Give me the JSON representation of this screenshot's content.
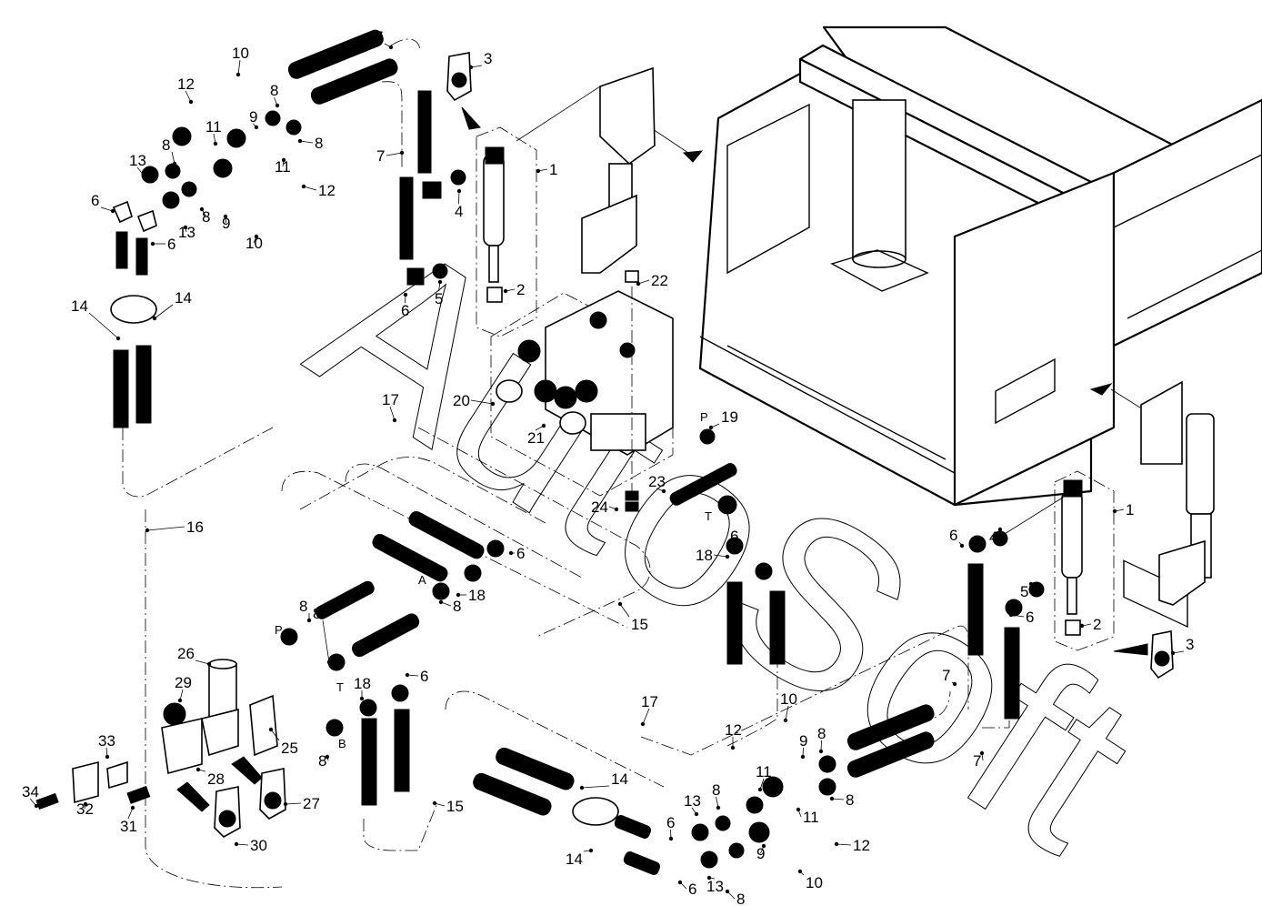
{
  "diagram": {
    "title": "Hydraulic system exploded parts view",
    "watermark": "AutoSoft",
    "port_labels": {
      "p": "P",
      "t": "T",
      "a": "A",
      "b": "B"
    },
    "callouts": [
      {
        "id": "c1a",
        "label": "1"
      },
      {
        "id": "c1b",
        "label": "1"
      },
      {
        "id": "c2a",
        "label": "2"
      },
      {
        "id": "c2b",
        "label": "2"
      },
      {
        "id": "c3a",
        "label": "3"
      },
      {
        "id": "c3b",
        "label": "3"
      },
      {
        "id": "c4a",
        "label": "4"
      },
      {
        "id": "c4b",
        "label": "4"
      },
      {
        "id": "c5a",
        "label": "5"
      },
      {
        "id": "c5b",
        "label": "5"
      },
      {
        "id": "c6a",
        "label": "6"
      },
      {
        "id": "c6b",
        "label": "6"
      },
      {
        "id": "c6c",
        "label": "6"
      },
      {
        "id": "c6d",
        "label": "6"
      },
      {
        "id": "c6e",
        "label": "6"
      },
      {
        "id": "c6f",
        "label": "6"
      },
      {
        "id": "c6g",
        "label": "6"
      },
      {
        "id": "c6h",
        "label": "6"
      },
      {
        "id": "c6i",
        "label": "6"
      },
      {
        "id": "c6j",
        "label": "6"
      },
      {
        "id": "c6k",
        "label": "6"
      },
      {
        "id": "c7a",
        "label": "7"
      },
      {
        "id": "c7b",
        "label": "7"
      },
      {
        "id": "c7c",
        "label": "7"
      },
      {
        "id": "c7d",
        "label": "7"
      },
      {
        "id": "c8a",
        "label": "8"
      },
      {
        "id": "c8b",
        "label": "8"
      },
      {
        "id": "c8c",
        "label": "8"
      },
      {
        "id": "c8d",
        "label": "8"
      },
      {
        "id": "c8e",
        "label": "8"
      },
      {
        "id": "c8f",
        "label": "8"
      },
      {
        "id": "c8g",
        "label": "8"
      },
      {
        "id": "c8h",
        "label": "8"
      },
      {
        "id": "c8i",
        "label": "8"
      },
      {
        "id": "c8j",
        "label": "8"
      },
      {
        "id": "c8k",
        "label": "8"
      },
      {
        "id": "c8l",
        "label": "8"
      },
      {
        "id": "c9a",
        "label": "9"
      },
      {
        "id": "c9b",
        "label": "9"
      },
      {
        "id": "c9c",
        "label": "9"
      },
      {
        "id": "c9d",
        "label": "9"
      },
      {
        "id": "c10a",
        "label": "10"
      },
      {
        "id": "c10b",
        "label": "10"
      },
      {
        "id": "c10c",
        "label": "10"
      },
      {
        "id": "c10d",
        "label": "10"
      },
      {
        "id": "c11a",
        "label": "11"
      },
      {
        "id": "c11b",
        "label": "11"
      },
      {
        "id": "c11c",
        "label": "11"
      },
      {
        "id": "c11d",
        "label": "11"
      },
      {
        "id": "c12a",
        "label": "12"
      },
      {
        "id": "c12b",
        "label": "12"
      },
      {
        "id": "c12c",
        "label": "12"
      },
      {
        "id": "c12d",
        "label": "12"
      },
      {
        "id": "c13a",
        "label": "13"
      },
      {
        "id": "c13b",
        "label": "13"
      },
      {
        "id": "c13c",
        "label": "13"
      },
      {
        "id": "c13d",
        "label": "13"
      },
      {
        "id": "c14a",
        "label": "14"
      },
      {
        "id": "c14b",
        "label": "14"
      },
      {
        "id": "c14c",
        "label": "14"
      },
      {
        "id": "c14d",
        "label": "14"
      },
      {
        "id": "c15a",
        "label": "15"
      },
      {
        "id": "c15b",
        "label": "15"
      },
      {
        "id": "c16",
        "label": "16"
      },
      {
        "id": "c17a",
        "label": "17"
      },
      {
        "id": "c17b",
        "label": "17"
      },
      {
        "id": "c18a",
        "label": "18"
      },
      {
        "id": "c18b",
        "label": "18"
      },
      {
        "id": "c18c",
        "label": "18"
      },
      {
        "id": "c19",
        "label": "19"
      },
      {
        "id": "c20",
        "label": "20"
      },
      {
        "id": "c21",
        "label": "21"
      },
      {
        "id": "c22",
        "label": "22"
      },
      {
        "id": "c23",
        "label": "23"
      },
      {
        "id": "c24",
        "label": "24"
      },
      {
        "id": "c25",
        "label": "25"
      },
      {
        "id": "c26",
        "label": "26"
      },
      {
        "id": "c27",
        "label": "27"
      },
      {
        "id": "c28",
        "label": "28"
      },
      {
        "id": "c29",
        "label": "29"
      },
      {
        "id": "c30",
        "label": "30"
      },
      {
        "id": "c31",
        "label": "31"
      },
      {
        "id": "c32",
        "label": "32"
      },
      {
        "id": "c33",
        "label": "33"
      },
      {
        "id": "c34",
        "label": "34"
      }
    ]
  }
}
